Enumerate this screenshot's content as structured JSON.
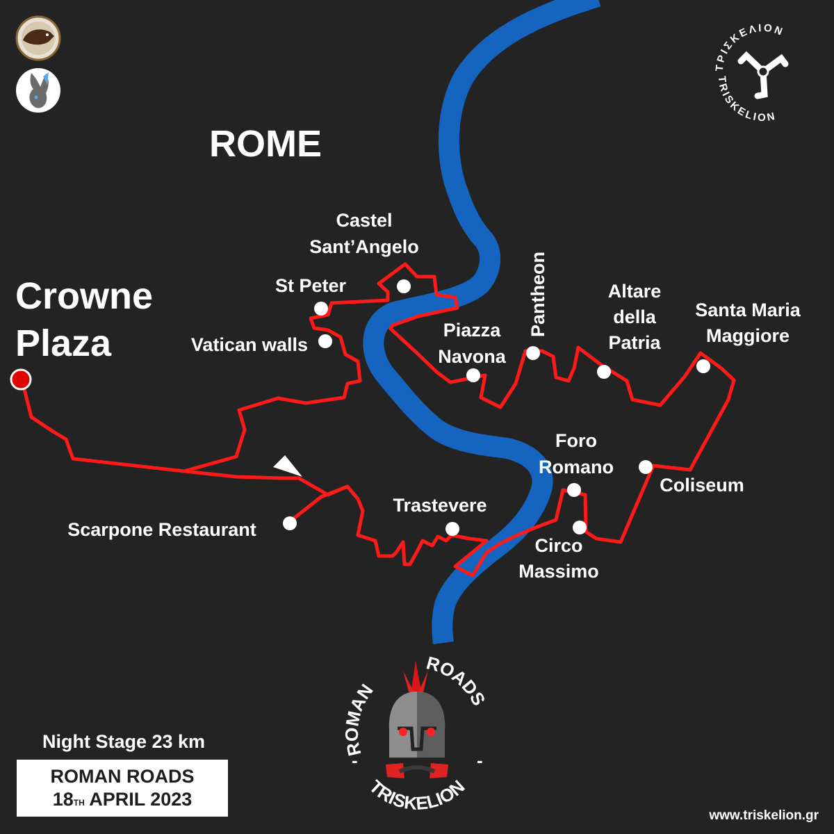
{
  "map": {
    "city_title": "ROME",
    "start_label_line1": "Crowne",
    "start_label_line2": "Plaza",
    "landmarks": [
      {
        "id": "castel",
        "lines": [
          "Castel",
          "Sant’Angelo"
        ]
      },
      {
        "id": "st-peter",
        "lines": [
          "St Peter"
        ]
      },
      {
        "id": "vatican",
        "lines": [
          "Vatican walls"
        ]
      },
      {
        "id": "piazza",
        "lines": [
          "Piazza",
          "Navona"
        ]
      },
      {
        "id": "pantheon",
        "lines": [
          "Pantheon"
        ]
      },
      {
        "id": "altare",
        "lines": [
          "Altare",
          "della",
          "Patria"
        ]
      },
      {
        "id": "santa-maria",
        "lines": [
          "Santa Maria",
          "Maggiore"
        ]
      },
      {
        "id": "foro",
        "lines": [
          "Foro",
          "Romano"
        ]
      },
      {
        "id": "coliseum",
        "lines": [
          "Coliseum"
        ]
      },
      {
        "id": "trastevere",
        "lines": [
          "Trastevere"
        ]
      },
      {
        "id": "circo",
        "lines": [
          "Circo",
          "Massimo"
        ]
      },
      {
        "id": "scarpone",
        "lines": [
          "Scarpone Restaurant"
        ]
      }
    ],
    "colors": {
      "background": "#232323",
      "river": "#1565c0",
      "route": "#ff1a1a",
      "marker": "#ffffff"
    }
  },
  "footer": {
    "stage_text": "Night Stage 23 km",
    "event_name": "ROMAN ROADS",
    "date_day": "18",
    "date_suffix": "TH",
    "date_rest": "APRIL 2023",
    "website": "www.triskelion.gr"
  },
  "logos": {
    "top_right_arc_top": "ΤΡΙΣΚΕΛΙΟΝ",
    "top_right_arc_bottom": "TRISKELION",
    "bottom_arc_left": "ROMAN",
    "bottom_arc_right": "ROADS",
    "bottom_arc_bottom": "TRISKELION"
  }
}
